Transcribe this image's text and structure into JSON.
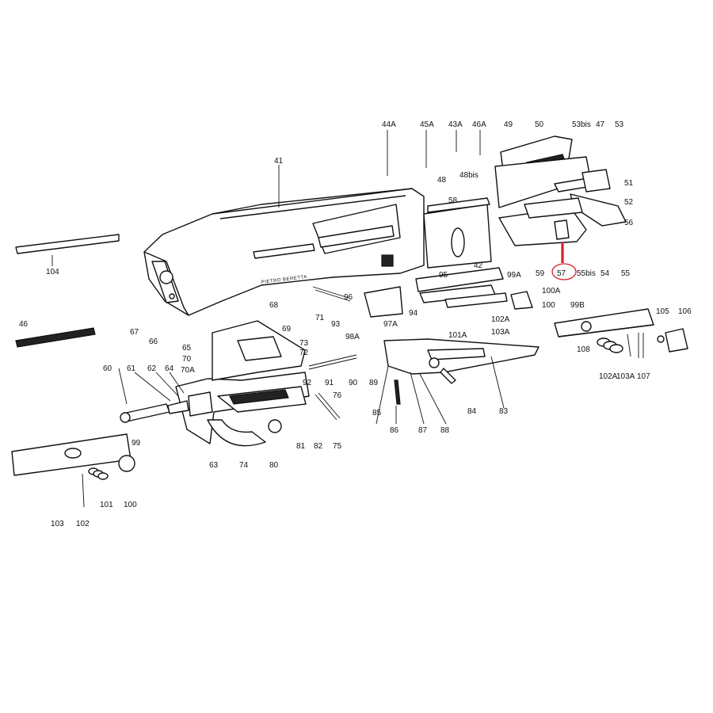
{
  "figure": {
    "type": "exploded-parts-diagram",
    "engraving": "PIETRO BERETTA",
    "highlight": {
      "part": "57",
      "color": "#d61f26"
    },
    "line_color": "#111111",
    "background": "#ffffff"
  },
  "labels": {
    "44a": "44A",
    "45a": "45A",
    "43a": "43A",
    "46a": "46A",
    "49": "49",
    "50": "50",
    "53bis": "53bis",
    "47": "47",
    "53": "53",
    "41": "41",
    "48": "48",
    "48bis": "48bis",
    "51": "51",
    "58": "58",
    "52": "52",
    "56": "56",
    "42": "42",
    "59": "59",
    "57": "57",
    "55bis": "55bis",
    "54": "54",
    "55": "55",
    "104": "104",
    "95": "95",
    "99a": "99A",
    "100a": "100A",
    "68": "68",
    "96": "96",
    "93": "93",
    "94": "94",
    "100": "100",
    "99b": "99B",
    "105": "105",
    "106": "106",
    "46": "46",
    "71": "71",
    "69": "69",
    "98a": "98A",
    "97a": "97A",
    "101a": "101A",
    "102a": "102A",
    "103a": "103A",
    "67": "67",
    "66": "66",
    "73": "73",
    "65": "65",
    "72": "72",
    "70": "70",
    "70a": "70A",
    "108": "108",
    "102a_b": "102A",
    "103a_b": "103A",
    "107": "107",
    "60": "60",
    "61": "61",
    "62": "62",
    "64": "64",
    "92": "92",
    "91": "91",
    "90": "90",
    "89": "89",
    "76": "76",
    "85": "85",
    "84": "84",
    "83": "83",
    "86": "86",
    "87": "87",
    "88": "88",
    "63": "63",
    "74": "74",
    "80": "80",
    "81": "81",
    "82": "82",
    "75": "75",
    "99": "99",
    "101": "101",
    "100b": "100",
    "103": "103",
    "102": "102"
  }
}
